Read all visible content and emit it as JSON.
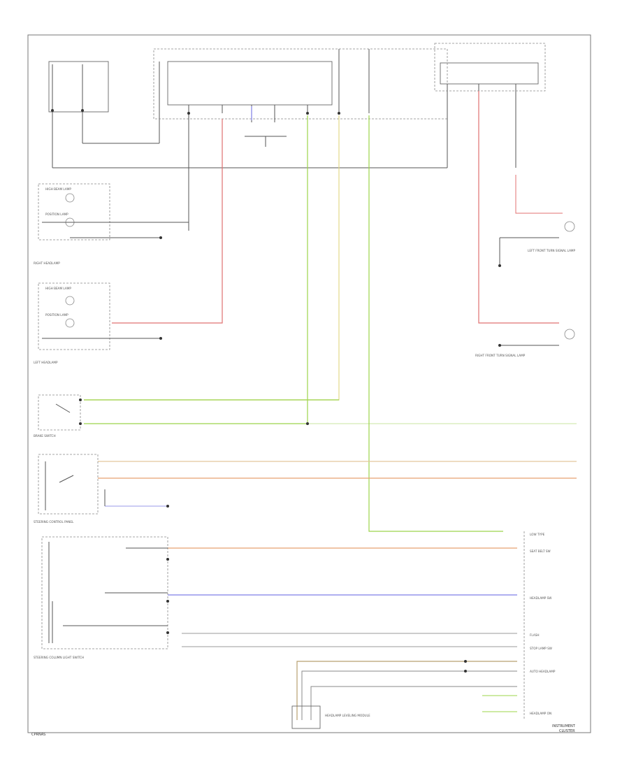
{
  "diagram": {
    "footer_left": "CPRNAS",
    "footer_right_1": "INSTRUMENT",
    "footer_right_2": "CLUSTER",
    "components": {
      "headlamp_right": "RIGHT HEADLAMP",
      "headlamp_left": "LEFT HEADLAMP",
      "brake_switch": "BRAKE SWITCH",
      "steering_control": "STEERING CONTROL PANEL",
      "steering_column_switch": "STEERING COLUMN LIGHT SWITCH",
      "high_beam_right": "HIGH BEAM LAMP",
      "parking_right": "POSITION LAMP",
      "high_beam_left": "HIGH BEAM LAMP",
      "parking_left": "POSITION LAMP",
      "front_right_turn": "RIGHT FRONT TURN SIGNAL LAMP",
      "front_left_turn": "LEFT FRONT TURN SIGNAL LAMP",
      "cluster_module": "HEADLAMP LEVELING MODULE"
    },
    "cluster_pins": [
      "LOW TYPE",
      "SEAT BELT SW",
      "HEADLAMP SW",
      "FLASH",
      "STOP LAMP SW",
      "AUTO HEADLAMP",
      "HEADLAMP ON"
    ],
    "wire_colors": {
      "red": "#e07070",
      "green": "#9cd44a",
      "yellow": "#e2d88a",
      "orange": "#e8a070",
      "blue": "#7f7fe6",
      "violet": "#9a9ae8",
      "gray": "#8a8a8a"
    }
  }
}
